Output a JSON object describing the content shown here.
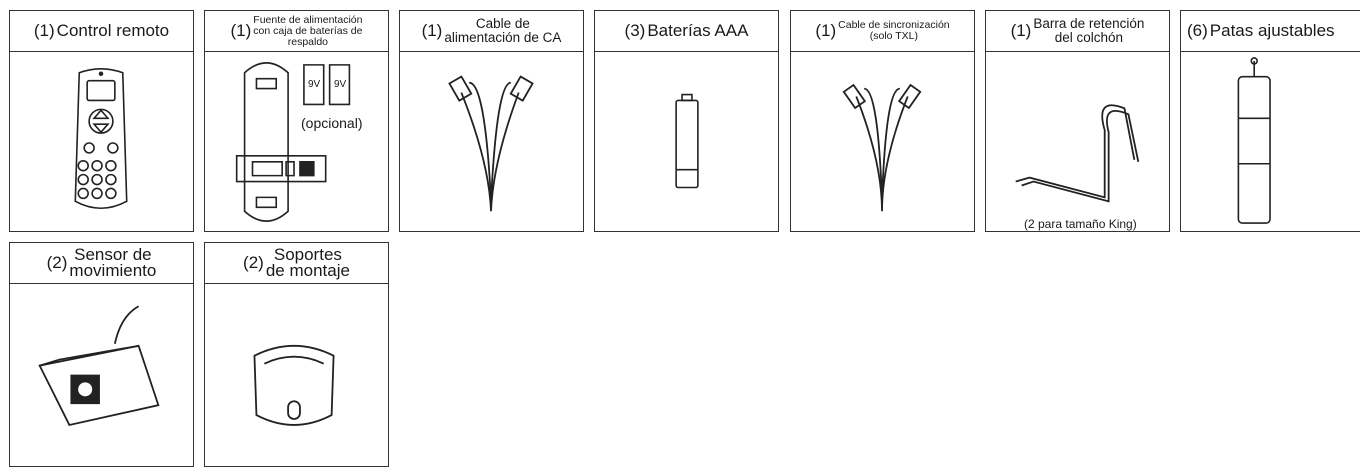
{
  "items": [
    {
      "qty": "(1)",
      "title": [
        "Control remoto"
      ],
      "note": ""
    },
    {
      "qty": "(1)",
      "title": [
        "Fuente de alimentación",
        "con caja de baterías de",
        "respaldo"
      ],
      "note": "(opcional)",
      "battery_label": "9V"
    },
    {
      "qty": "(1)",
      "title": [
        "Cable de",
        "alimentación de CA"
      ],
      "note": ""
    },
    {
      "qty": "(3)",
      "title": [
        "Baterías AAA"
      ],
      "note": ""
    },
    {
      "qty": "(1)",
      "title": [
        "Cable de sincronización",
        "(solo TXL)"
      ],
      "note": ""
    },
    {
      "qty": "(1)",
      "title": [
        "Barra de retención",
        "del colchón"
      ],
      "note": "(2 para tamaño King)"
    },
    {
      "qty": "(6)",
      "title": [
        "Patas ajustables"
      ],
      "note": ""
    },
    {
      "qty": "(2)",
      "title": [
        "Sensor de",
        "movimiento"
      ],
      "note": ""
    },
    {
      "qty": "(2)",
      "title": [
        "Soportes",
        "de montaje"
      ],
      "note": ""
    }
  ]
}
